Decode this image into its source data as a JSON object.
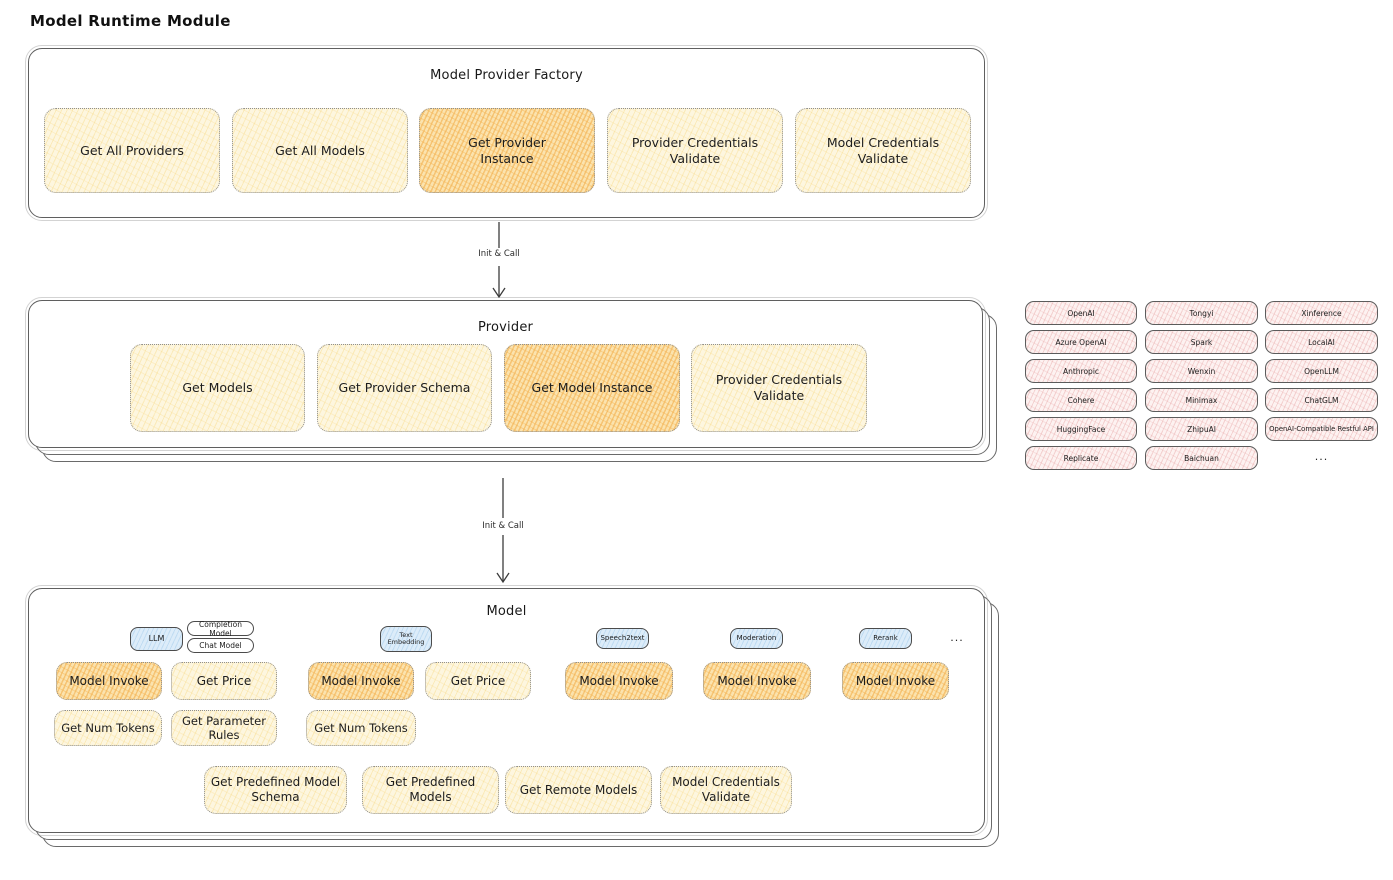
{
  "page_title": "Model Runtime Module",
  "colors": {
    "action_fill": "#fdf6df",
    "action_highlight_fill": "#fbe3ae",
    "provider_chip_fill": "#fdf2f1",
    "model_type_tag_fill": "#dcecf9",
    "stroke": "#5f5f5f"
  },
  "factory": {
    "title": "Model Provider Factory",
    "boxes": [
      {
        "label": "Get All Providers"
      },
      {
        "label": "Get All Models"
      },
      {
        "label": "Get Provider\nInstance"
      },
      {
        "label": "Provider Credentials\nValidate"
      },
      {
        "label": "Model Credentials\nValidate"
      }
    ]
  },
  "arrow_factory_provider": {
    "label": "Init & Call"
  },
  "provider": {
    "title": "Provider",
    "boxes": [
      {
        "label": "Get Models"
      },
      {
        "label": "Get Provider Schema"
      },
      {
        "label": "Get Model Instance"
      },
      {
        "label": "Provider Credentials\nValidate"
      }
    ]
  },
  "providers_list": {
    "cols": [
      [
        "OpenAI",
        "Azure OpenAI",
        "Anthropic",
        "Cohere",
        "HuggingFace",
        "Replicate"
      ],
      [
        "Tongyi",
        "Spark",
        "Wenxin",
        "Minimax",
        "ZhipuAI",
        "Baichuan"
      ],
      [
        "Xinference",
        "LocalAI",
        "OpenLLM",
        "ChatGLM",
        "OpenAI-Compatible Restful API"
      ]
    ],
    "more": "..."
  },
  "arrow_provider_model": {
    "label": "Init & Call"
  },
  "model": {
    "title": "Model",
    "type_tags": [
      "LLM",
      "Completion Model",
      "Chat Model",
      "Text Embedding",
      "Speech2text",
      "Moderation",
      "Rerank"
    ],
    "type_tags_more": "...",
    "action_row1": [
      "Model Invoke",
      "Get Price",
      "Model Invoke",
      "Get Price",
      "Model Invoke",
      "Model Invoke",
      "Model Invoke"
    ],
    "action_row2": [
      "Get Num Tokens",
      "Get Parameter\nRules",
      "Get Num Tokens"
    ],
    "action_row3": [
      "Get Predefined Model\nSchema",
      "Get Predefined\nModels",
      "Get Remote Models",
      "Model Credentials\nValidate"
    ]
  }
}
